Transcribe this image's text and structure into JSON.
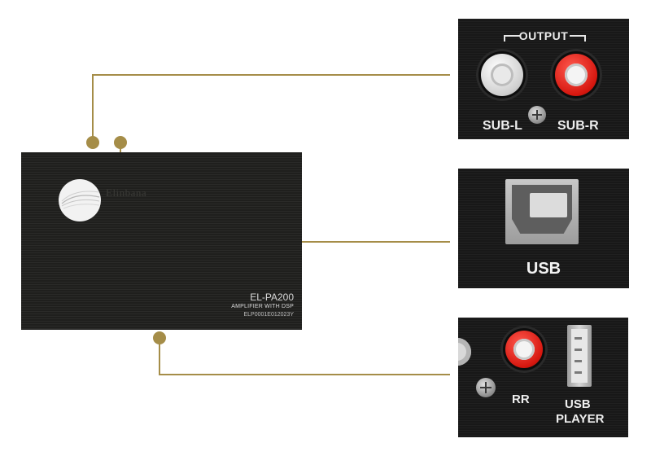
{
  "device": {
    "brand": "Elinbana",
    "model": "EL-PA200",
    "description": "AMPLIFIER WITH DSP",
    "serial": "ELP0001E012023Y"
  },
  "panels": {
    "output": {
      "title": "OUTPUT",
      "left_label": "SUB-L",
      "right_label": "SUB-R"
    },
    "usb": {
      "label": "USB"
    },
    "player": {
      "rr_label": "RR",
      "usb_player_line1": "USB",
      "usb_player_line2": "PLAYER"
    }
  },
  "colors": {
    "connector_line": "#a58d48",
    "device_body": "#1f1f1d",
    "jack_red": "#d6170f",
    "jack_white": "#e9e9e9"
  }
}
